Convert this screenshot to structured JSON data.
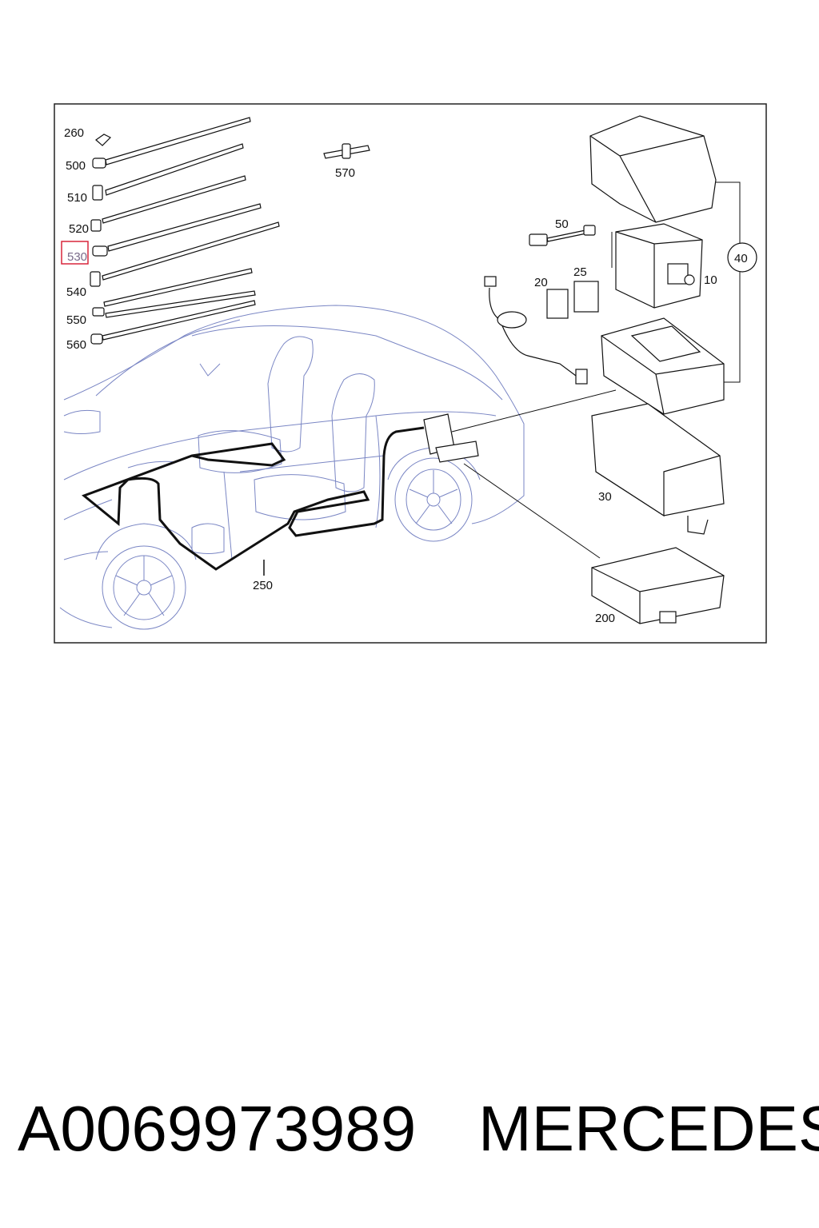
{
  "diagram": {
    "callouts": {
      "c260": "260",
      "c500": "500",
      "c510": "510",
      "c520": "520",
      "c530": "530",
      "c540": "540",
      "c550": "550",
      "c560": "560",
      "c570": "570",
      "c50": "50",
      "c40": "40",
      "c10": "10",
      "c20": "20",
      "c25": "25",
      "c30": "30",
      "c250": "250",
      "c200": "200"
    },
    "highlight_color": "#d9263c"
  },
  "caption": {
    "part_number": "A0069973989",
    "brand": "MERCEDES"
  }
}
